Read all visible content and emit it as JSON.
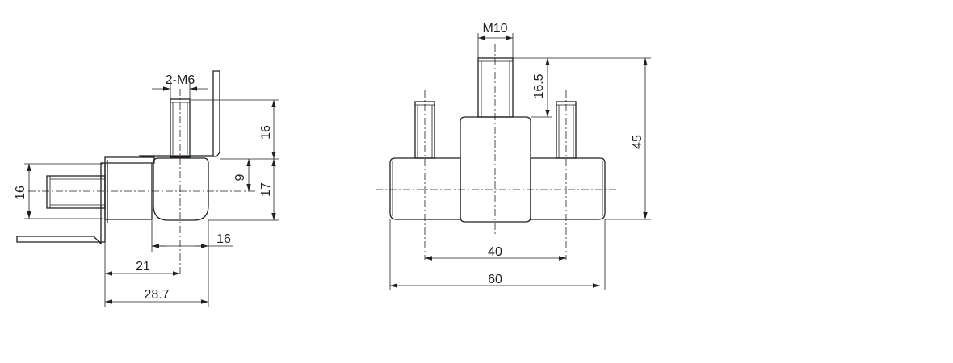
{
  "colors": {
    "line": "#231f20",
    "background": "#ffffff"
  },
  "left_view": {
    "thread_callout": "2-M6",
    "dims": {
      "stud_height": "16",
      "body_height_left": "16",
      "center_offset": "9",
      "body_height_right": "17",
      "block_width": "16",
      "offset_21": "21",
      "overall_width": "28.7"
    }
  },
  "right_view": {
    "thread_callout": "M10",
    "dims": {
      "stud_height": "16.5",
      "overall_height": "45",
      "stud_spacing": "40",
      "overall_width": "60"
    }
  }
}
